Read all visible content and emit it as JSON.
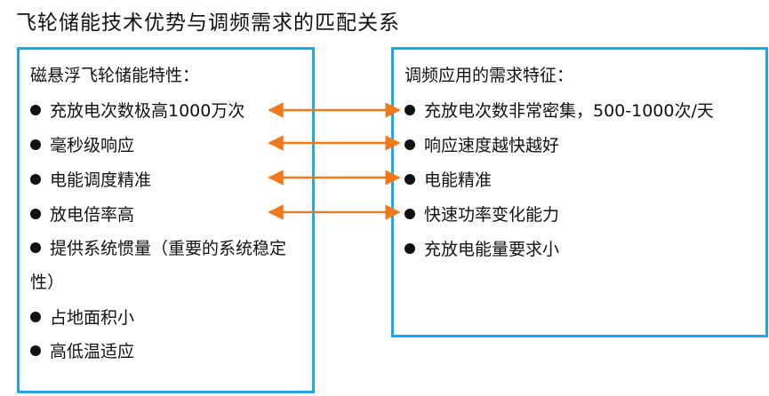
{
  "title": "飞轮储能技术优势与调频需求的匹配关系",
  "left_panel": {
    "heading": "磁悬浮飞轮储能特性：",
    "items": [
      "充放电次数极高1000万次",
      "毫秒级响应",
      "电能调度精准",
      "放电倍率高",
      "提供系统惯量（重要的系统稳定性）",
      "占地面积小",
      "高低温适应"
    ]
  },
  "right_panel": {
    "heading": "调频应用的需求特征：",
    "items": [
      "充放电次数非常密集，500-1000次/天",
      "响应速度越快越好",
      "电能精准",
      "快速功率变化能力",
      "充放电能量要求小"
    ]
  },
  "colors": {
    "border": "#1fa8e6",
    "arrow": "#f07a1a",
    "text": "#111111"
  }
}
